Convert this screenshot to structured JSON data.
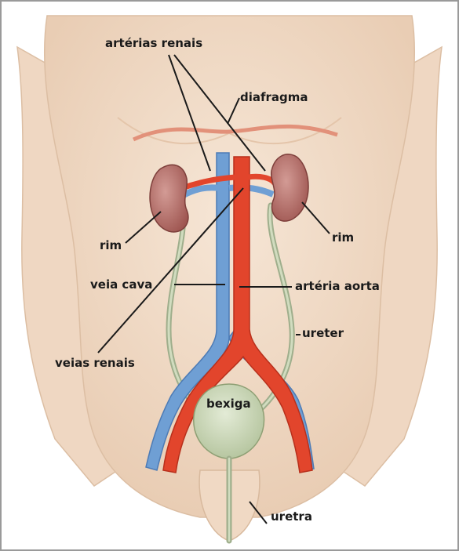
{
  "labels": {
    "arterias_renais": "artérias renais",
    "diafragma": "diafragma",
    "rim_left": "rim",
    "rim_right": "rim",
    "veia_cava": "veia cava",
    "arteria_aorta": "artéria aorta",
    "ureter": "ureter",
    "veias_renais": "veias renais",
    "bexiga": "bexiga",
    "uretra": "uretra"
  },
  "colors": {
    "skin": "#f1ddc9",
    "skin_shadow": "#ddbfa4",
    "artery": "#e2452c",
    "vein": "#6b9fd6",
    "kidney": "#b86d6a",
    "bladder": "#c9d6b5",
    "ureter": "#b6c3a5",
    "diaphragm": "#e89a7a",
    "frame": "#999999"
  }
}
